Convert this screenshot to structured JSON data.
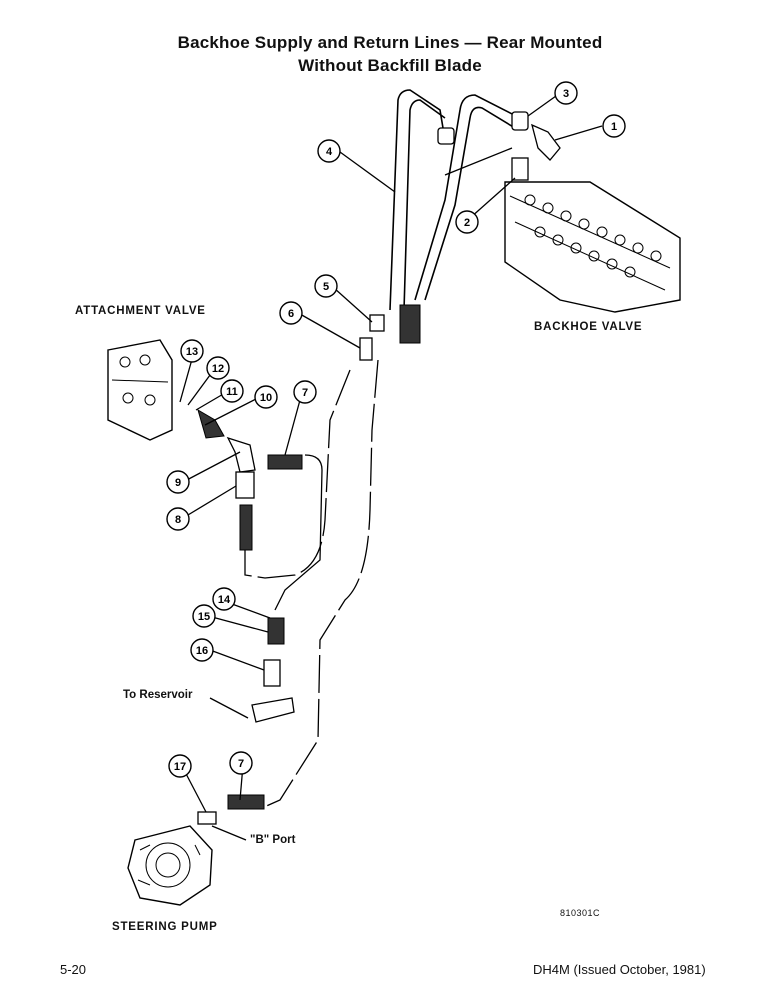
{
  "header": {
    "title_line1": "Backhoe Supply and Return Lines — Rear Mounted",
    "title_line2": "Without Backfill Blade"
  },
  "labels": {
    "attachment_valve": "ATTACHMENT VALVE",
    "backhoe_valve": "BACKHOE VALVE",
    "to_reservoir": "To Reservoir",
    "b_port": "\"B\" Port",
    "steering_pump": "STEERING PUMP",
    "figure_code": "810301C"
  },
  "callouts": [
    "1",
    "2",
    "3",
    "4",
    "5",
    "6",
    "7",
    "7",
    "8",
    "9",
    "10",
    "11",
    "12",
    "13",
    "14",
    "15",
    "16",
    "17"
  ],
  "footer": {
    "page_number": "5-20",
    "document": "DH4M (Issued October, 1981)"
  }
}
